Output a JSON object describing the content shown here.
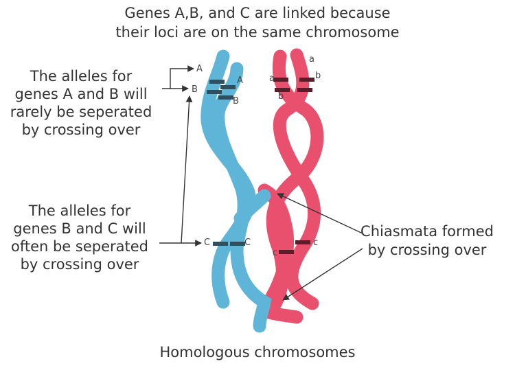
{
  "title": {
    "line1": "Genes A,B, and C are linked because",
    "line2": "their loci are on the same chromosome"
  },
  "left_top": {
    "line1": "The alleles for",
    "line2": "genes A and B will",
    "line3": "rarely be seperated",
    "line4": "by crossing over"
  },
  "left_bottom": {
    "line1": "The alleles for",
    "line2": "genes B and C will",
    "line3": "often be seperated",
    "line4": "by crossing over"
  },
  "right": {
    "line1": "Chiasmata formed",
    "line2": "by crossing over"
  },
  "caption": "Homologous chromosomes",
  "gene_labels": {
    "blue_A1": "A",
    "blue_B1": "B",
    "blue_A2": "A",
    "blue_B2": "B",
    "blue_C1": "C",
    "blue_C2": "C",
    "red_a1": "a",
    "red_b1": "b",
    "red_a2": "a",
    "red_b2": "b",
    "red_c1": "c",
    "red_c2": "c"
  },
  "colors": {
    "blue": "#5fb5d8",
    "blue_band": "#2f4f5c",
    "red": "#e8506e",
    "red_band": "#5a1e2b",
    "text": "#333333"
  }
}
